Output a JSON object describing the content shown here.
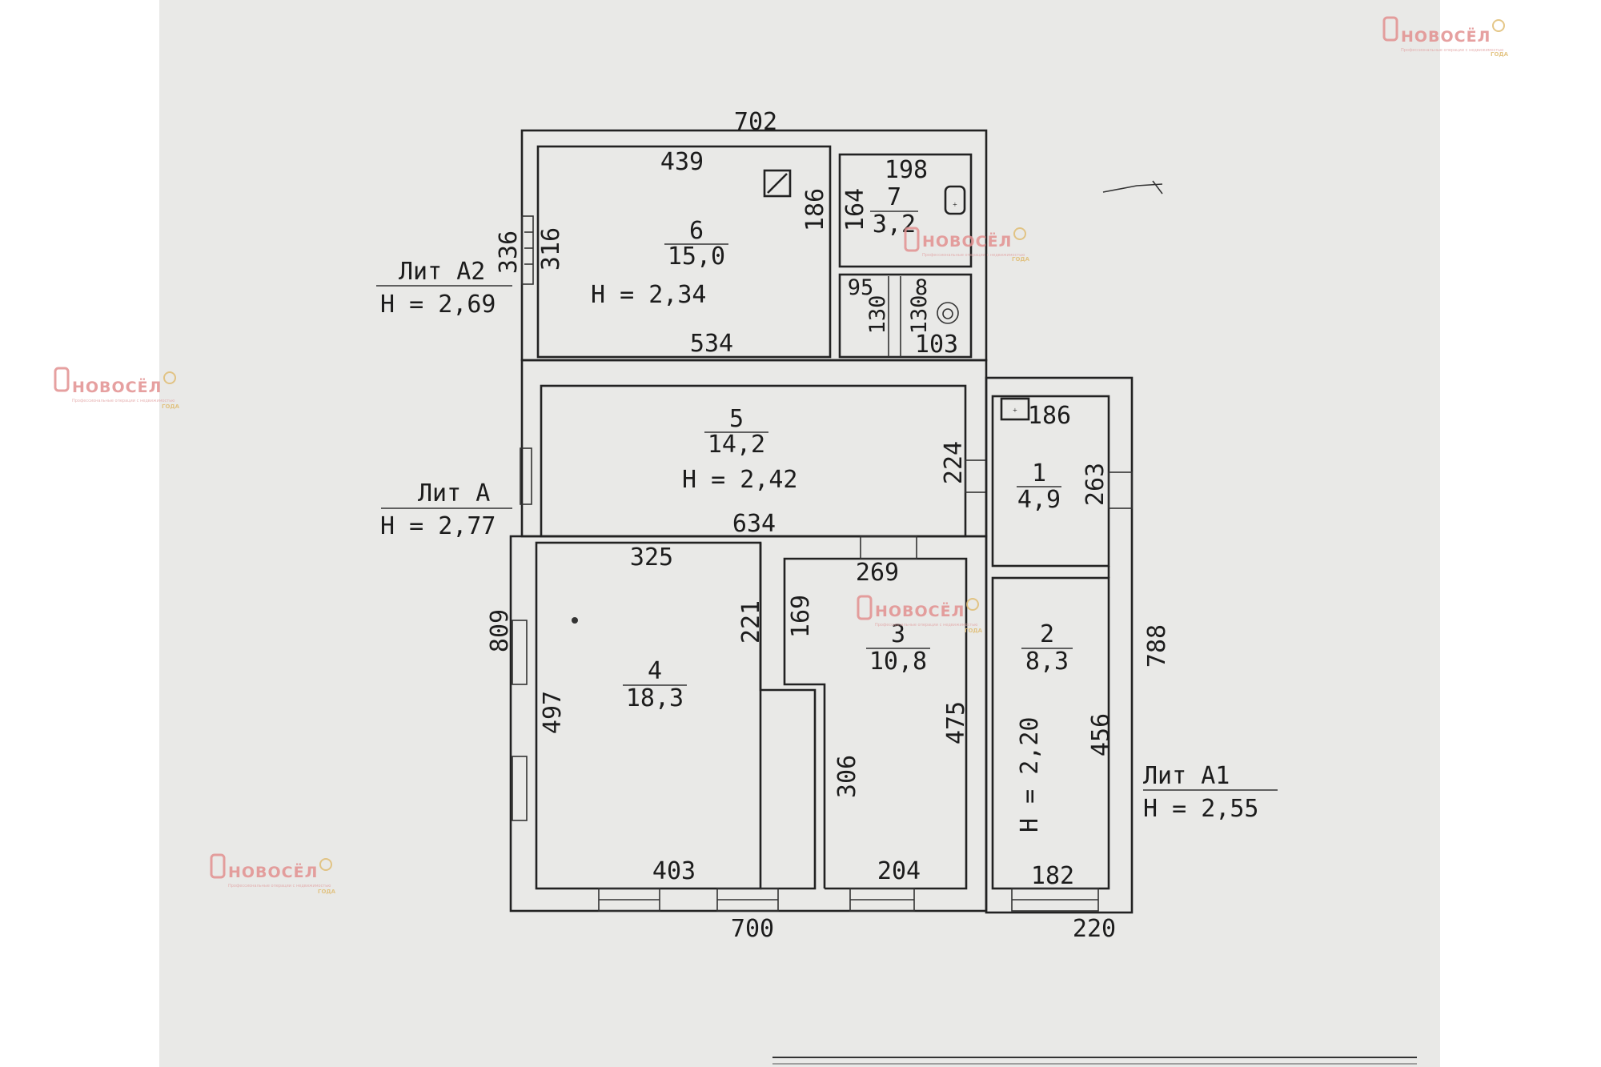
{
  "watermark": {
    "brand": "НОВОСЁЛ",
    "subtitle": "Профессиональные операции с недвижимостью",
    "year_label": "ГОДА"
  },
  "literas": [
    {
      "name": "Лит А2",
      "height": "H = 2,69"
    },
    {
      "name": "Лит А",
      "height": "H = 2,77"
    },
    {
      "name": "Лит А1",
      "height": "H = 2,55"
    }
  ],
  "rooms": [
    {
      "number": "1",
      "area": "4,9"
    },
    {
      "number": "2",
      "area": "8,3",
      "height": "H = 2,20"
    },
    {
      "number": "3",
      "area": "10,8"
    },
    {
      "number": "4",
      "area": "18,3"
    },
    {
      "number": "5",
      "area": "14,2",
      "height": "H = 2,42"
    },
    {
      "number": "6",
      "area": "15,0",
      "height": "H = 2,34"
    },
    {
      "number": "7",
      "area": "3,2"
    }
  ],
  "dimensions": {
    "top_outer": "702",
    "room6_top": "439",
    "room6_bottom": "534",
    "room6_left": "316",
    "outer_left_a2": "336",
    "room7_top": "198",
    "room7_left": "164",
    "partition_186": "186",
    "small_95": "95",
    "small_8": "8",
    "small_130a": "130",
    "small_130b": "130",
    "small_103": "103",
    "room1_top": "186",
    "room5_right": "224",
    "room1_right": "263",
    "room5_bottom": "634",
    "room4_top": "325",
    "room3_top": "269",
    "room4_mid": "221",
    "room3_left": "169",
    "outer_left_a": "809",
    "room4_left": "497",
    "room3_lower": "306",
    "room3_right": "475",
    "room2_right": "456",
    "outer_right_a1": "788",
    "room4_bottom": "403",
    "room3_bottom": "204",
    "room2_bottom": "182",
    "bottom_outer_a": "700",
    "bottom_outer_a1": "220"
  }
}
